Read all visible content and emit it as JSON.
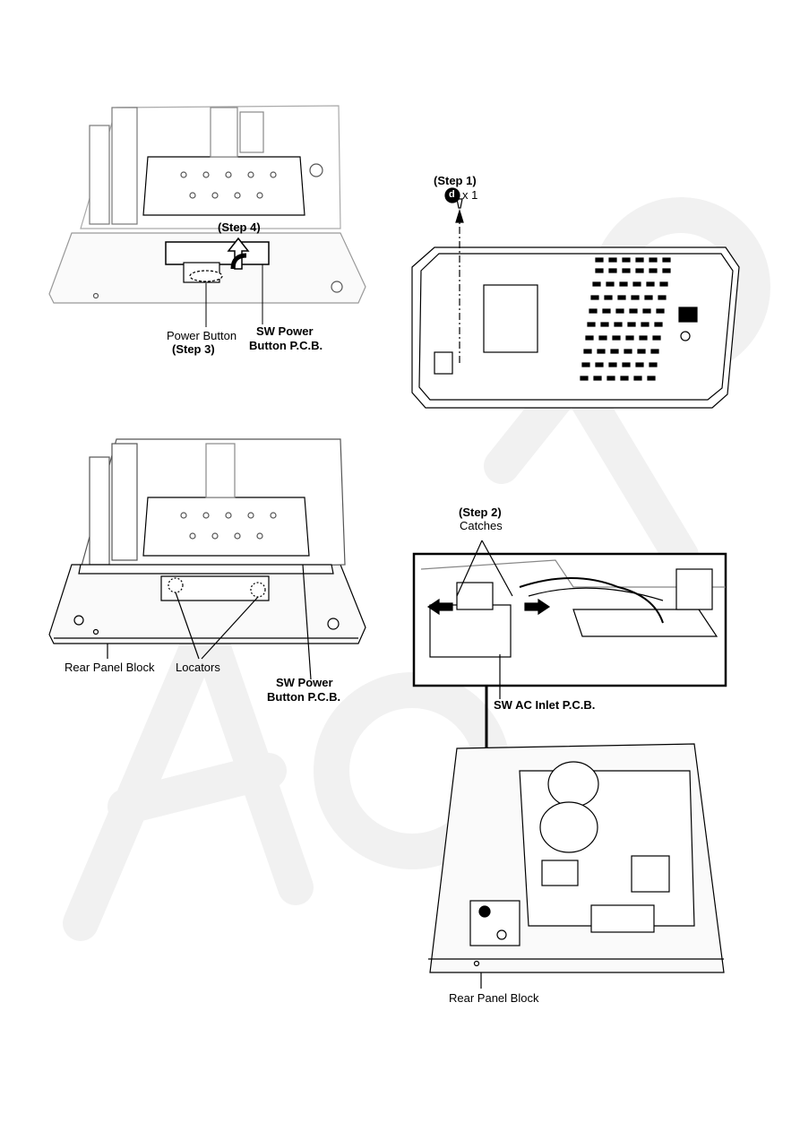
{
  "figure1": {
    "step4": "(Step 4)",
    "power_button": "Power Button",
    "step3": "(Step 3)",
    "sw_power_l1": "SW Power",
    "sw_power_l2": "Button P.C.B."
  },
  "figure2": {
    "step1": "(Step 1)",
    "screw_letter": "d",
    "screw_count": "x 1"
  },
  "figure3": {
    "rear_panel": "Rear Panel Block",
    "locators": "Locators",
    "sw_power_l1": "SW Power",
    "sw_power_l2": "Button P.C.B."
  },
  "figure4": {
    "step2": "(Step 2)",
    "catches": "Catches",
    "sw_ac_inlet": "SW AC Inlet P.C.B.",
    "rear_panel": "Rear Panel Block"
  },
  "watermark": "A9"
}
